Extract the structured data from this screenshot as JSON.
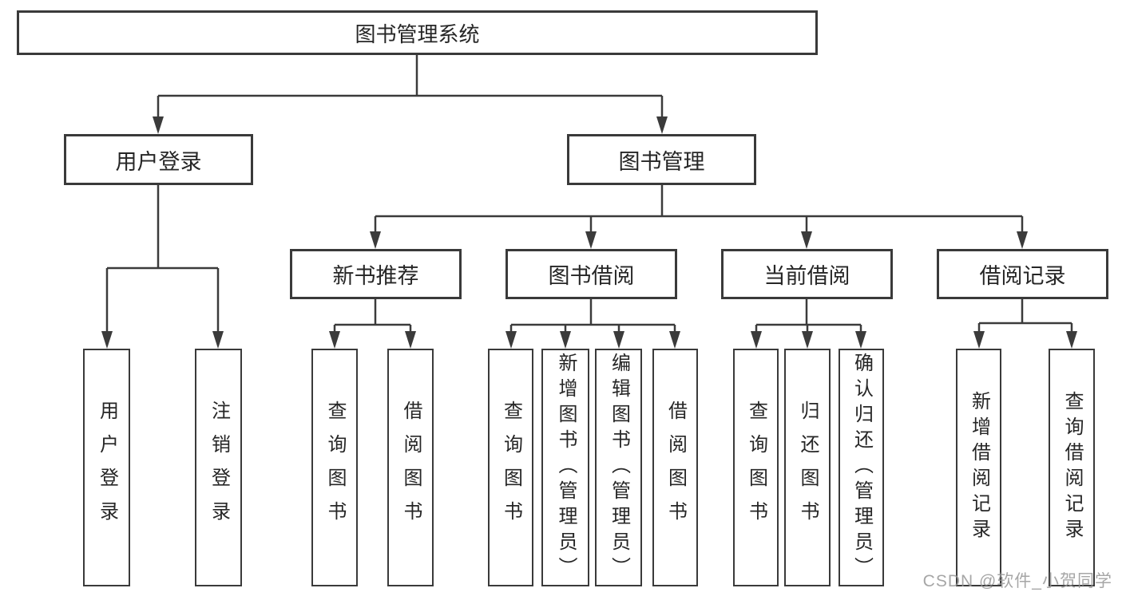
{
  "diagram": {
    "title": "图书管理系统",
    "root": {
      "label": "图书管理系统"
    },
    "level2": [
      {
        "label": "用户登录"
      },
      {
        "label": "图书管理"
      }
    ],
    "level3": [
      {
        "label": "新书推荐"
      },
      {
        "label": "图书借阅"
      },
      {
        "label": "当前借阅"
      },
      {
        "label": "借阅记录"
      }
    ],
    "leaves": [
      {
        "label": "用户登录",
        "parent": "用户登录"
      },
      {
        "label": "注销登录",
        "parent": "用户登录"
      },
      {
        "label": "查询图书",
        "parent": "新书推荐"
      },
      {
        "label": "借阅图书",
        "parent": "新书推荐"
      },
      {
        "label": "查询图书",
        "parent": "图书借阅"
      },
      {
        "label": "新增图书（管理员）",
        "parent": "图书借阅"
      },
      {
        "label": "编辑图书（管理员）",
        "parent": "图书借阅"
      },
      {
        "label": "借阅图书",
        "parent": "图书借阅"
      },
      {
        "label": "查询图书",
        "parent": "当前借阅"
      },
      {
        "label": "归还图书",
        "parent": "当前借阅"
      },
      {
        "label": "确认归还（管理员）",
        "parent": "当前借阅"
      },
      {
        "label": "新增借阅记录",
        "parent": "借阅记录"
      },
      {
        "label": "查询借阅记录",
        "parent": "借阅记录"
      }
    ],
    "watermark": "CSDN @软件_小贺同学",
    "colors": {
      "line": "#3b3b3b",
      "border": "#3a3a3a",
      "text": "#262626",
      "watermark": "#969696",
      "background": "#ffffff"
    }
  }
}
